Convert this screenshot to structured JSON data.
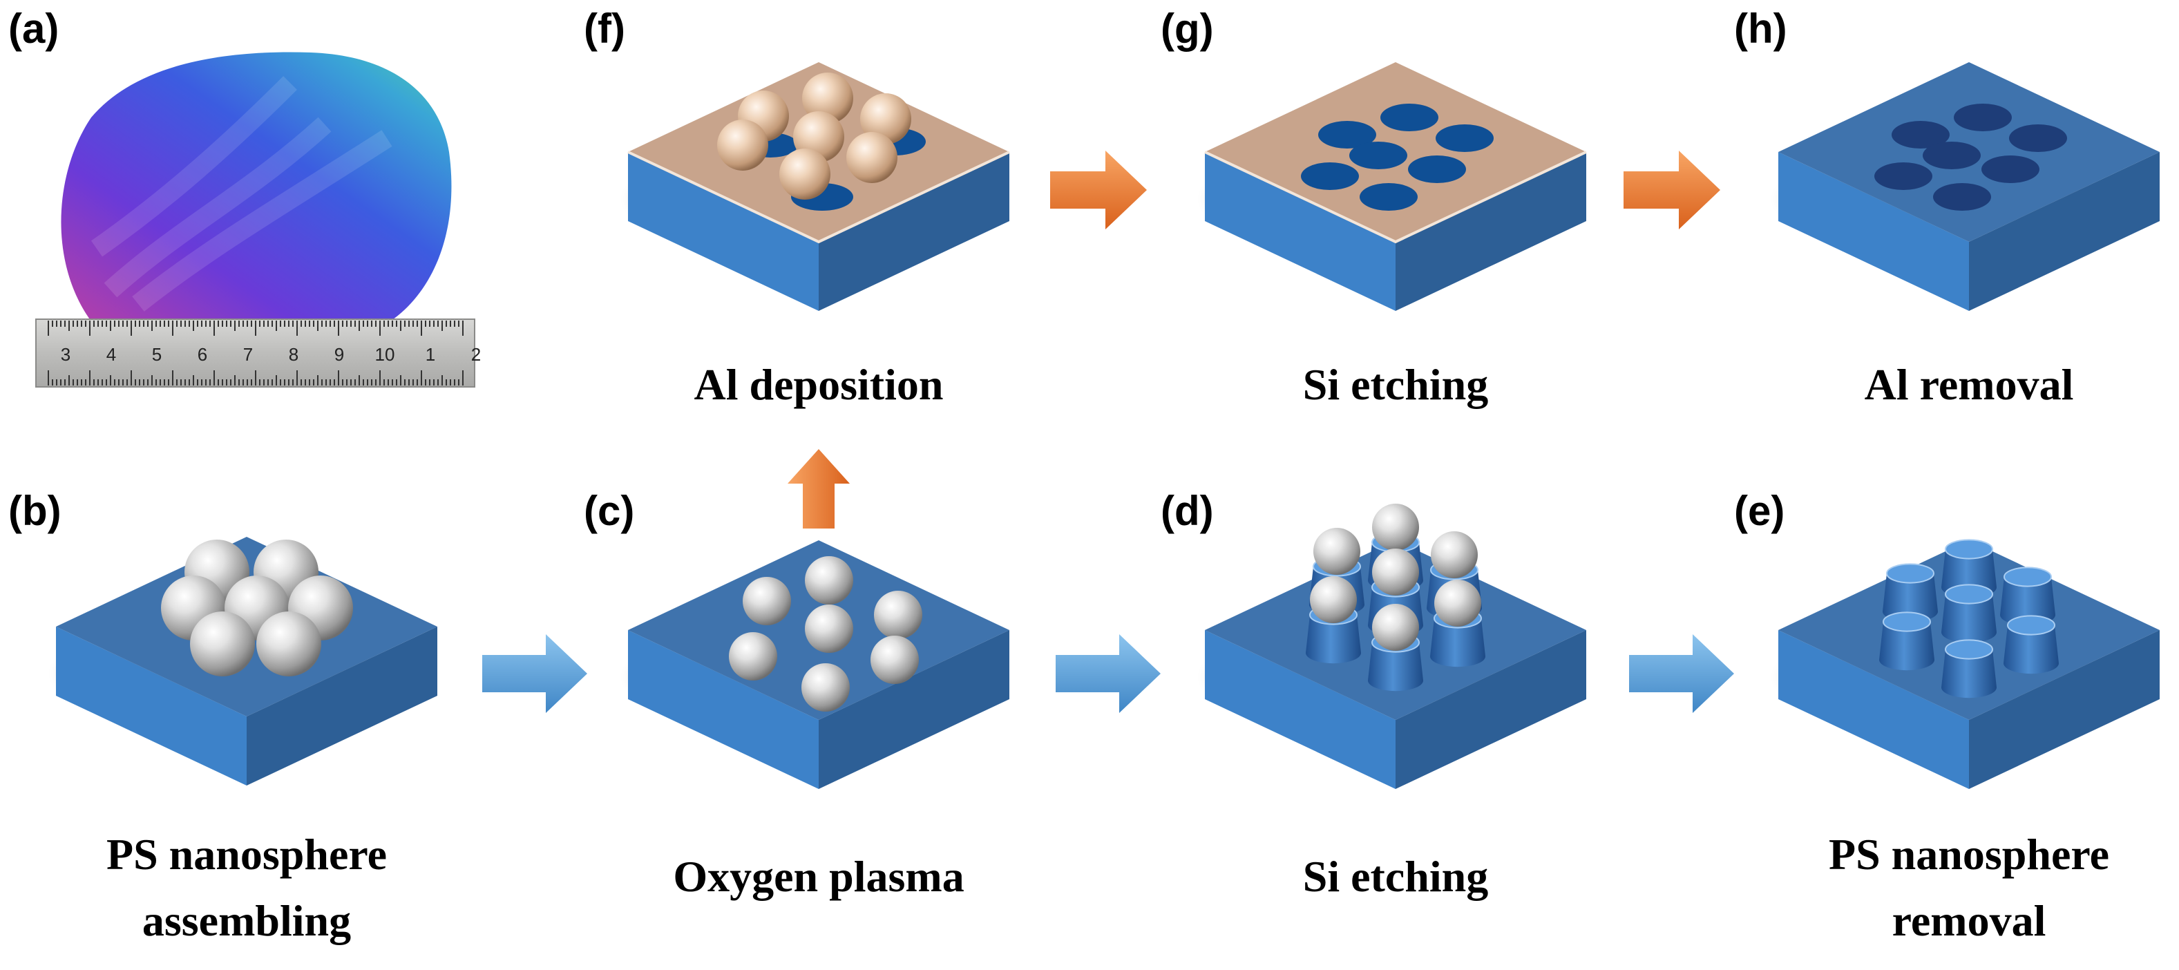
{
  "panels": {
    "a": {
      "label": "(a)",
      "ruler_numbers": [
        "3",
        "4",
        "5",
        "6",
        "7",
        "8",
        "9",
        "10",
        "1",
        "2"
      ]
    },
    "b": {
      "label": "(b)",
      "caption_lines": [
        "PS nanosphere",
        "assembling"
      ]
    },
    "c": {
      "label": "(c)",
      "caption_lines": [
        "Oxygen plasma"
      ]
    },
    "d": {
      "label": "(d)",
      "caption_lines": [
        "Si etching"
      ]
    },
    "e": {
      "label": "(e)",
      "caption_lines": [
        "PS nanosphere",
        "removal"
      ]
    },
    "f": {
      "label": "(f)",
      "caption_lines": [
        "Al deposition"
      ]
    },
    "g": {
      "label": "(g)",
      "caption_lines": [
        "Si etching"
      ]
    },
    "h": {
      "label": "(h)",
      "caption_lines": [
        "Al removal"
      ]
    }
  },
  "colors": {
    "si_top": "#3f73ad",
    "si_front": "#3d82c9",
    "si_right": "#2d5f96",
    "al_top": "#c8a48c",
    "hole_fill": "#0f4f95",
    "hole_dark": "#1e3d78",
    "arrow_blue": "#5fa3dc",
    "arrow_orange": "#e8762d",
    "sphere_gray": "#b8b8b8",
    "sphere_peach": "#e3c1a3"
  }
}
